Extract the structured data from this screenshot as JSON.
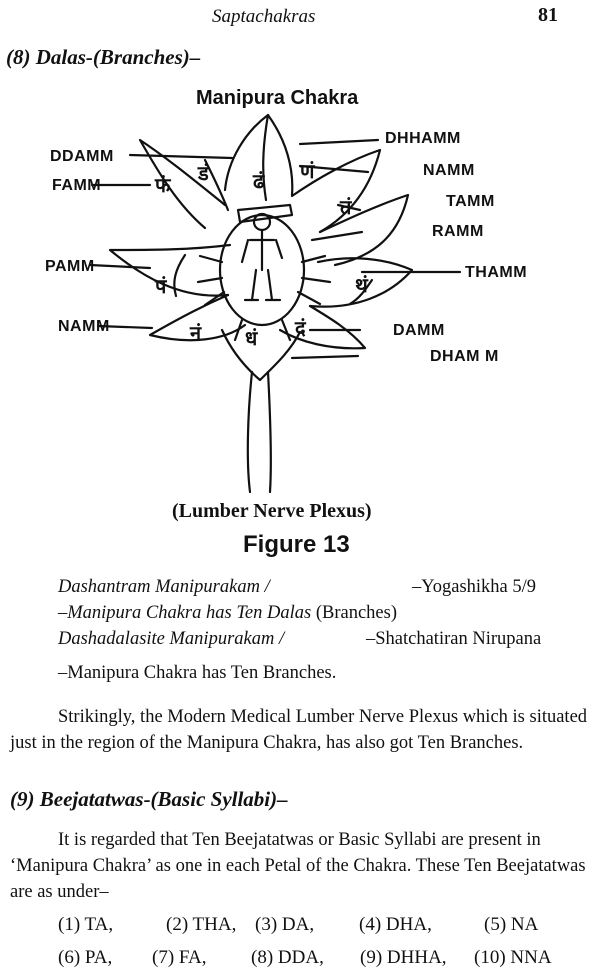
{
  "header": {
    "title": "Saptachakras",
    "page_number": "81"
  },
  "section8": {
    "heading": "(8) Dalas-(Branches)–"
  },
  "figure": {
    "title": "Manipura Chakra",
    "labels": {
      "dhhamm": "DHHAMM",
      "ddamm": "DDAMM",
      "namm_top": "NAMM",
      "famm": "FAMM",
      "tamm": "TAMM",
      "ramm": "RAMM",
      "pamm": "PAMM",
      "thamm": "THAMM",
      "namm_left": "NAMM",
      "damm": "DAMM",
      "dhamm": "DHAM M"
    },
    "caption": "(Lumber Nerve Plexus)",
    "number": "Figure 13"
  },
  "quotes": [
    {
      "left": "Dashantram Manipurakam /",
      "right": "–Yogashikha 5/9"
    },
    {
      "left_italic": "–Manipura Chakra has Ten Dalas",
      "left_plain": " (Branches)"
    },
    {
      "left": "Dashadalasite Manipurakam /",
      "right": "–Shatchatiran Nirupana"
    },
    {
      "left": "–Manipura Chakra has Ten Branches."
    }
  ],
  "paragraph1": "Strikingly, the Modern Medical Lumber Nerve Plexus which is situated just in the region of the Manipura Chakra, has also got Ten Branches.",
  "section9": {
    "heading": "(9) Beejatatwas-(Basic Syllabi)–"
  },
  "paragraph2": "It is regarded that Ten Beejatatwas or Basic Syllabi are present in ‘Manipura Chakra’ as one in each Petal of the Chakra. These Ten Beejatatwas are as under–",
  "syllables_row1": [
    "(1) TA,",
    "(2) THA,",
    "(3) DA,",
    "(4) DHA,",
    "(5) NA"
  ],
  "syllables_row2": [
    "(6) PA,",
    "(7) FA,",
    "(8) DDA,",
    "(9) DHHA,",
    "(10) NNA"
  ]
}
